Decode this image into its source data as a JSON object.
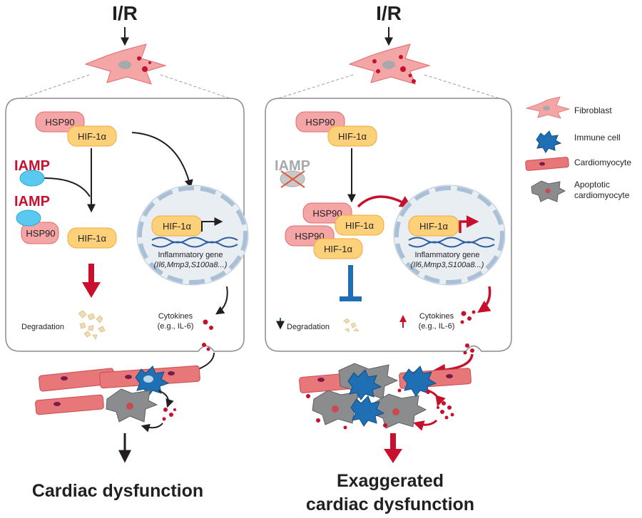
{
  "left_panel": {
    "title": "I/R",
    "hsp90": "HSP90",
    "hif1a": "HIF-1α",
    "iamp": "IAMP",
    "iamp_bound": "IAMP",
    "hsp90_bound": "HSP90",
    "hif1a_free": "HIF-1α",
    "hif1a_nucleus": "HIF-1α",
    "inflammatory_gene": "Inflammatory gene",
    "gene_list": "(Il6,Mmp3,S100a8...)",
    "degradation": "Degradation",
    "cytokines": "Cytokines",
    "cytokines_example": "(e.g., IL-6)",
    "outcome": "Cardiac dysfunction"
  },
  "right_panel": {
    "title": "I/R",
    "hsp90": "HSP90",
    "hif1a": "HIF-1α",
    "iamp": "IAMP",
    "complex1_hsp90": "HSP90",
    "complex1_hif1a": "HIF-1α",
    "complex2_hsp90": "HSP90",
    "complex2_hif1a": "HIF-1α",
    "hif1a_nucleus": "HIF-1α",
    "inflammatory_gene": "Inflammatory gene",
    "gene_list": "(Il6,Mmp3,S100a8...)",
    "degradation": "Degradation",
    "cytokines": "Cytokines",
    "cytokines_example": "(e.g., IL-6)",
    "outcome_line1": "Exaggerated",
    "outcome_line2": "cardiac dysfunction"
  },
  "legend": {
    "items": [
      {
        "label": "Fibroblast",
        "icon": "fibroblast-icon"
      },
      {
        "label": "Immune cell",
        "icon": "immune-cell-icon"
      },
      {
        "label": "Cardiomyocyte",
        "icon": "cardiomyocyte-icon"
      },
      {
        "label": "Apoptotic",
        "icon": "apoptotic-cardiomyocyte-icon"
      },
      {
        "label": "cardiomyocyte",
        "icon": ""
      }
    ]
  },
  "colors": {
    "hsp90_fill": "#f4a6a6",
    "hif1a_fill": "#fdd07a",
    "iamp_fill": "#5bc8f0",
    "nucleus_fill": "#e9eef3",
    "red_arrow": "#c8102e",
    "blue_inhibit": "#1f6fb5",
    "cardiomyocyte": "#e8777a",
    "apoptotic": "#8a8c8e",
    "immune": "#1f6fb5"
  }
}
